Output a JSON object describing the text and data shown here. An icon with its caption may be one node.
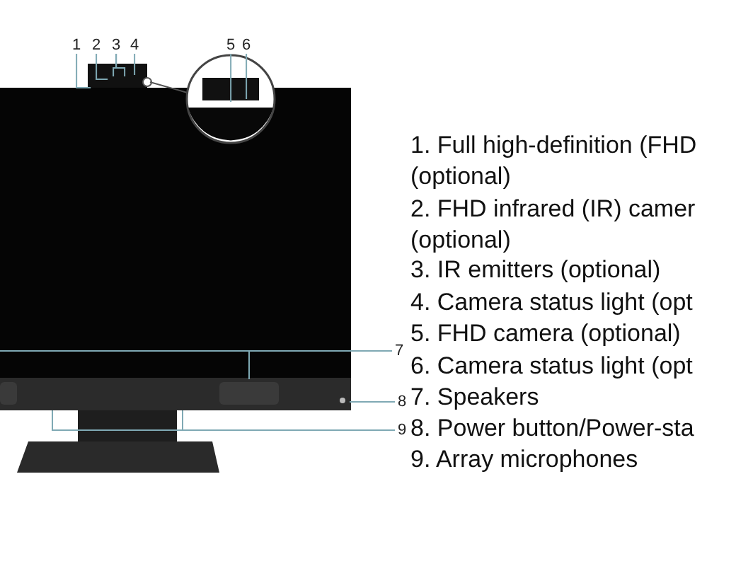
{
  "diagram": {
    "nodes": [
      {
        "text": [
          "1"
        ]
      },
      {
        "text": [
          "2"
        ]
      },
      {
        "text": [
          "3"
        ]
      },
      {
        "text": [
          "4"
        ]
      },
      {
        "text": [
          "5"
        ]
      },
      {
        "text": [
          "6"
        ]
      },
      {
        "text": [
          "7"
        ]
      },
      {
        "text": [
          "8"
        ]
      },
      {
        "text": [
          "9"
        ]
      }
    ],
    "edges": [
      {
        "from": 0,
        "to": null,
        "arrow": "none"
      },
      {
        "from": 1,
        "to": null,
        "arrow": "none"
      },
      {
        "from": 2,
        "to": null,
        "arrow": "none"
      },
      {
        "from": 2,
        "to": null,
        "arrow": "none"
      },
      {
        "from": 3,
        "to": null,
        "arrow": "none"
      },
      {
        "from": 4,
        "to": null,
        "arrow": "none"
      },
      {
        "from": 5,
        "to": null,
        "arrow": "none"
      },
      {
        "from": 6,
        "to": null,
        "arrow": "none"
      },
      {
        "from": 6,
        "to": null,
        "arrow": "none"
      },
      {
        "from": 7,
        "to": null,
        "arrow": "none"
      },
      {
        "from": 8,
        "to": null,
        "arrow": "none"
      },
      {
        "from": 8,
        "to": null,
        "arrow": "none"
      }
    ],
    "labels": [
      "1. Full high-definition (FHD (optional)",
      "2. FHD infrared (IR) camer (optional)",
      "3. IR emitters (optional)",
      "4. Camera status light (opt",
      "5. FHD camera (optional)",
      "6. Camera status light (opt",
      "7. Speakers",
      "8. Power button/Power-sta",
      "9. Array microphones"
    ]
  }
}
